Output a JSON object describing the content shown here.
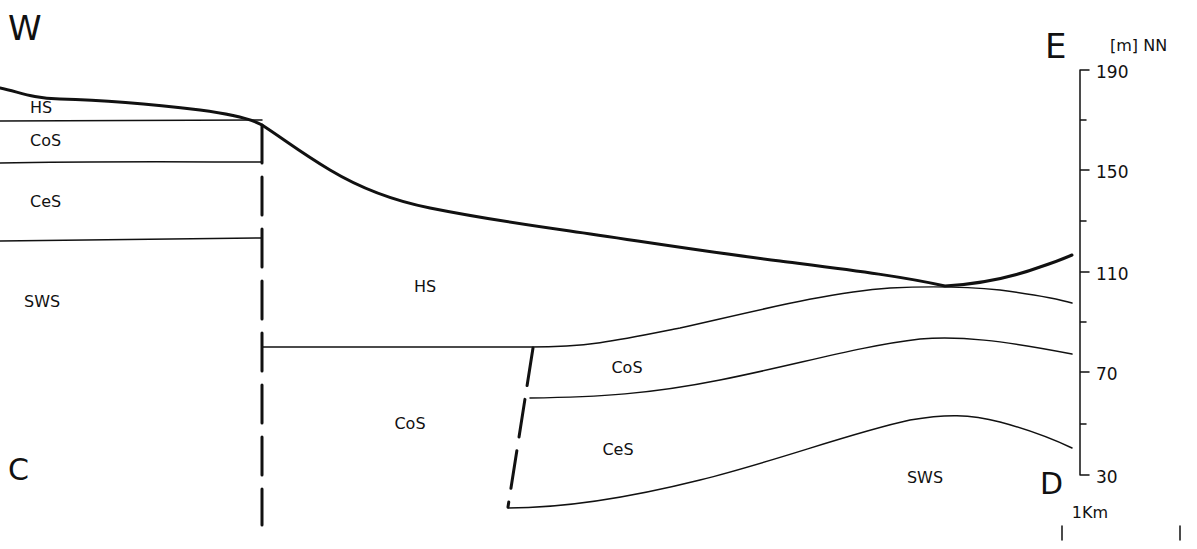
{
  "diagram": {
    "labels": [
      "W",
      "E",
      "[m] NN",
      "190",
      "150",
      "110",
      "70",
      "30",
      "HS",
      "CoS",
      "CeS",
      "SWS",
      "HS",
      "CoS",
      "CoS",
      "CeS",
      "SWS",
      "C",
      "D",
      "1Km"
    ]
  }
}
